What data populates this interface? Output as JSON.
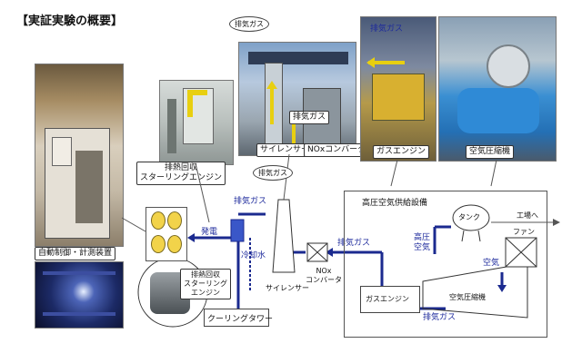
{
  "title": "【実証実験の概要】",
  "photos": {
    "control_panel_label": "自動制御・計測装置",
    "stirling_photo_label": "排熱回収\nスターリングエンジン",
    "silencer_label": "サイレンサー",
    "nox_label": "NOxコンバータ",
    "gas_engine_label": "ガスエンジン",
    "compressor_label": "空気圧縮機",
    "exhaust_photo_label": "排気ガス",
    "exhaust_bubble_top": "排気ガス"
  },
  "diagram": {
    "exhaust_bubble_mid": "排気ガス",
    "exhaust_label_1": "排気ガス",
    "exhaust_label_2": "排気ガス",
    "exhaust_label_3": "排気ガス",
    "power_label": "発電",
    "cooling_water_label": "冷却水",
    "silencer_label": "サイレンサー",
    "nox_label": "NOx\nコンバータ",
    "cooling_tower_label": "クーリングタワー",
    "stirling_label": "排熱回収\nスターリング\nエンジン",
    "high_pressure_system_label": "高圧空気供給設備",
    "tank_label": "タンク",
    "fan_label": "ファン",
    "high_pressure_air_label": "高圧\n空気",
    "air_label": "空気",
    "to_factory_label": "工場へ",
    "gas_engine_label": "ガスエンジン",
    "compressor_label": "空気圧縮機"
  },
  "colors": {
    "pipe": "#1b2a8f",
    "arrow_yellow": "#e8cf10",
    "bulb": "#f2d34a"
  }
}
